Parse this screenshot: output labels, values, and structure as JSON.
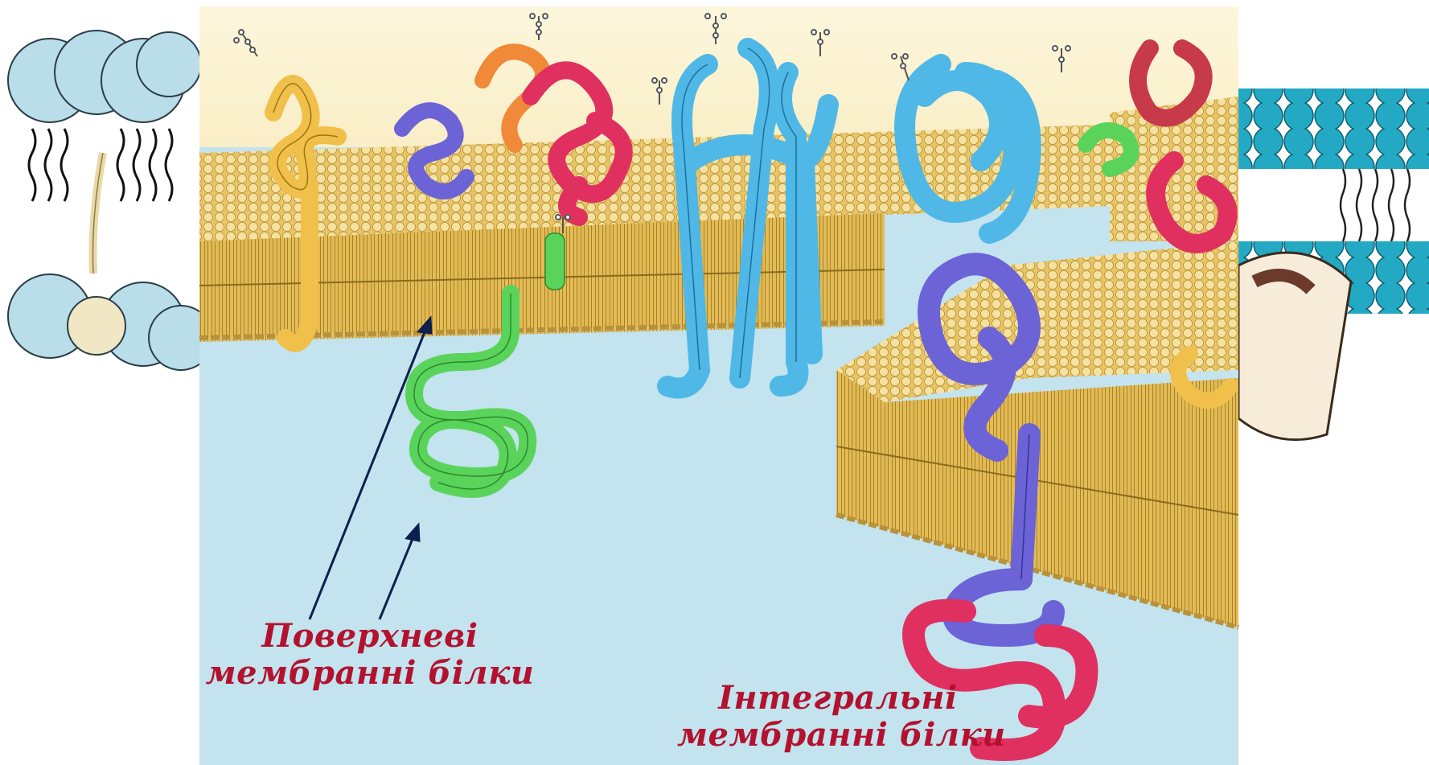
{
  "labels": {
    "peripheral": {
      "line1": "Поверхневі",
      "line2": "мембранні білки"
    },
    "integral": {
      "line1": "Інтегральні",
      "line2": "мембранні білки"
    }
  },
  "colors": {
    "label_text": "#b3122e",
    "arrow": "#0c1f4d",
    "cytoplasm": "#c3e3ef",
    "extracellular": "#fbf3d4",
    "lipid_head": "#f4dc8e",
    "lipid_tail": "#d8b34a",
    "protein_blue": "#4fb8e6",
    "protein_violet": "#6b63d6",
    "protein_red": "#e03060",
    "protein_green": "#5ad35a",
    "protein_yellow": "#f0c04a",
    "protein_orange": "#f08a38",
    "left_schematic_head": "#b8dce8",
    "right_schematic_head": "#23a9c4"
  }
}
